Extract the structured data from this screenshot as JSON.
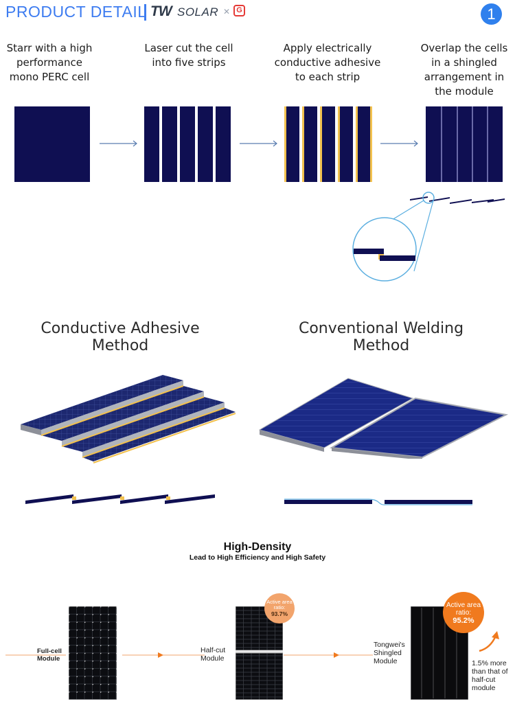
{
  "header": {
    "title": "PRODUCT DETAIL",
    "brand_tw": "TW",
    "brand_solar": "SOLAR",
    "brand_x": "✕",
    "brand_g": "G",
    "page_number": "1",
    "accent_color": "#3d7cf0"
  },
  "steps": [
    {
      "caption": "Starr with a high performance mono PERC cell"
    },
    {
      "caption": "Laser cut the cell into five strips"
    },
    {
      "caption": "Apply electrically conductive adhesive to each strip"
    },
    {
      "caption": "Overlap the cells in a shingled arrangement in the module"
    }
  ],
  "methods": {
    "adhesive_title": "Conductive Adhesive Method",
    "welding_title": "Conventional Welding Method"
  },
  "density": {
    "title": "High-Density",
    "subtitle": "Lead to High Efficiency and High Safety",
    "modules": [
      {
        "label": "Full-cell Module"
      },
      {
        "label": "Half-cut Module",
        "badge_label": "Active area ratio:",
        "badge_value": "93.7%",
        "badge_color": "#f2a46c"
      },
      {
        "label": "Tongwei's Shingled Module",
        "badge_label": "Active area ratio:",
        "badge_value": "95.2%",
        "badge_color": "#f07a1e"
      }
    ],
    "improvement_note": "1.5% more than that of half-cut module",
    "arrow_color": "#f07a1e"
  },
  "colors": {
    "cell_navy": "#0f0f52",
    "adhesive_yellow": "#f2c14e",
    "zoom_blue": "#5aaee0"
  }
}
